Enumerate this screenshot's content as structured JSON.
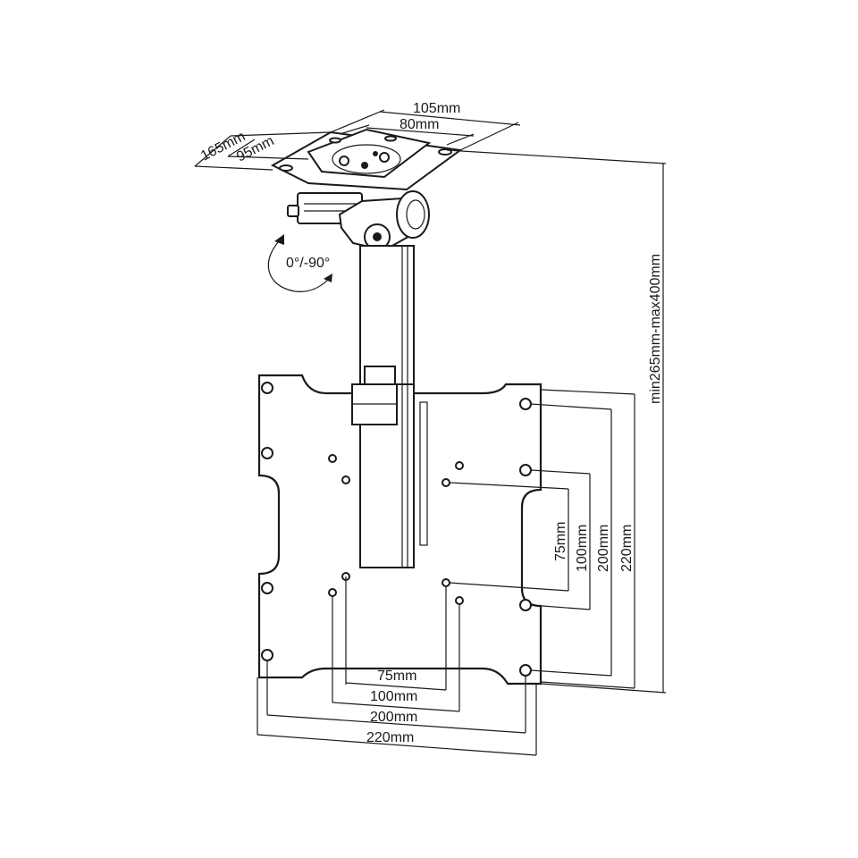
{
  "ceiling_plate": {
    "width_outer": "105mm",
    "width_inner": "80mm",
    "depth_outer": "165mm",
    "depth_inner": "95mm"
  },
  "tilt": {
    "range": "0°/-90°"
  },
  "pole": {
    "height": "min265mm-max400mm"
  },
  "vesa": {
    "horizontal": [
      "75mm",
      "100mm",
      "200mm",
      "220mm"
    ],
    "vertical": [
      "75mm",
      "100mm",
      "200mm",
      "220mm"
    ]
  }
}
